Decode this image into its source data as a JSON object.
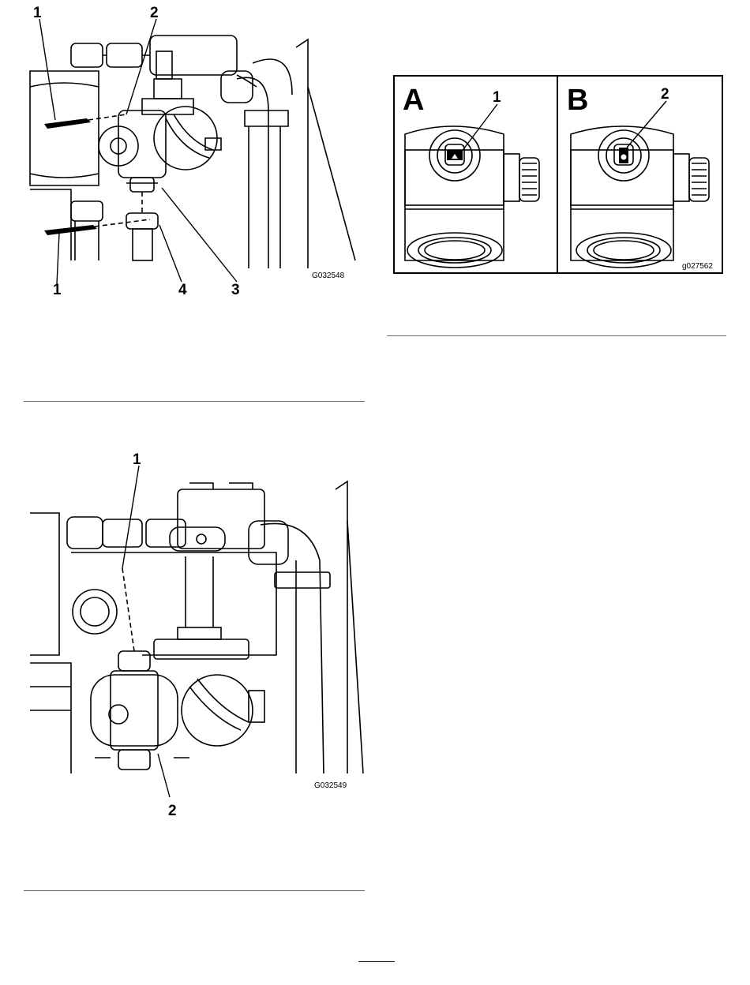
{
  "figure_top_left": {
    "callouts": [
      "1",
      "2",
      "1",
      "4",
      "3"
    ],
    "code": "G032548"
  },
  "figure_bottom_left": {
    "callouts": [
      "1",
      "2"
    ],
    "code": "G032549"
  },
  "figure_right": {
    "panel_a": {
      "letter": "A",
      "callout": "1"
    },
    "panel_b": {
      "letter": "B",
      "callout": "2"
    },
    "code": "g027562"
  }
}
